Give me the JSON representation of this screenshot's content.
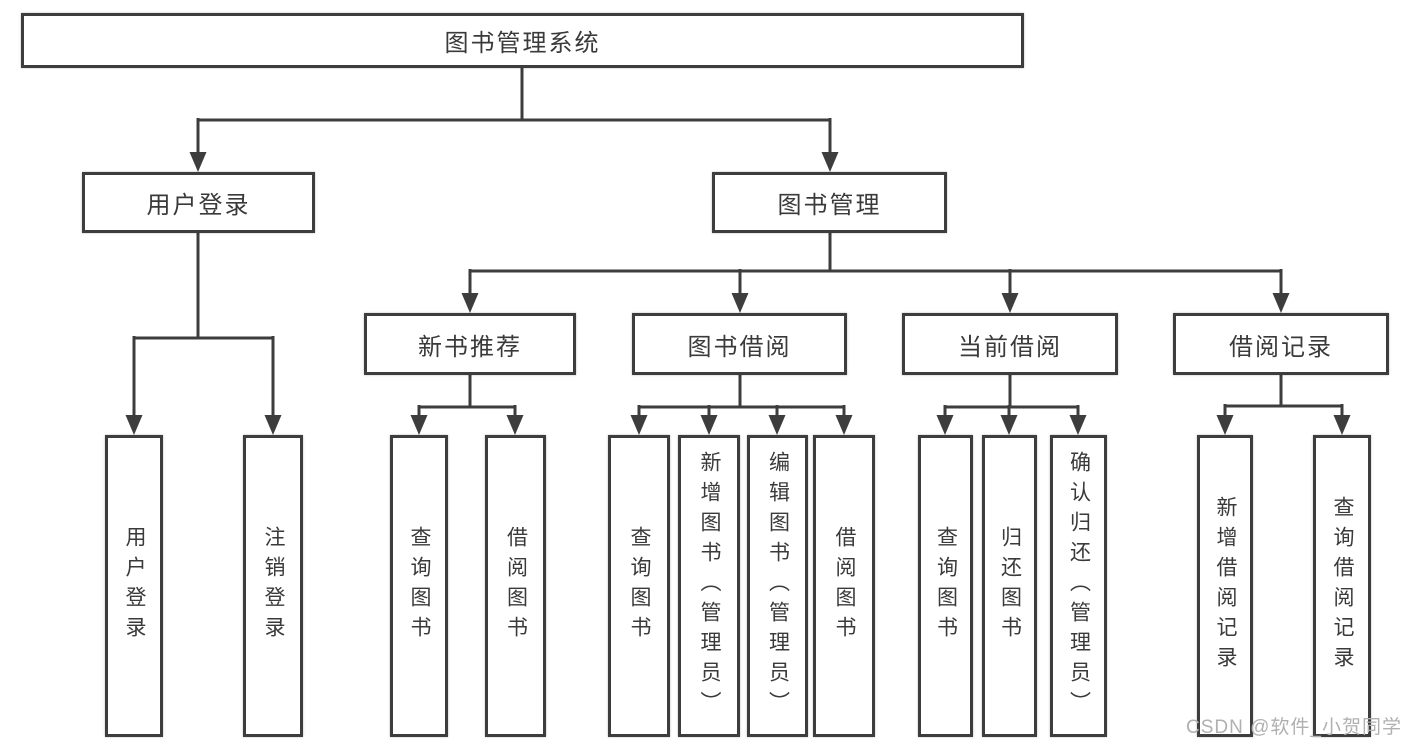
{
  "tree": {
    "root": {
      "label": "图书管理系统",
      "children": [
        {
          "label": "用户登录",
          "children": [
            {
              "label": "用户登录"
            },
            {
              "label": "注销登录"
            }
          ]
        },
        {
          "label": "图书管理",
          "children": [
            {
              "label": "新书推荐",
              "children": [
                {
                  "label": "查询图书"
                },
                {
                  "label": "借阅图书"
                }
              ]
            },
            {
              "label": "图书借阅",
              "children": [
                {
                  "label": "查询图书"
                },
                {
                  "label": "新增图书（管理员）"
                },
                {
                  "label": "编辑图书（管理员）"
                },
                {
                  "label": "借阅图书"
                }
              ]
            },
            {
              "label": "当前借阅",
              "children": [
                {
                  "label": "查询图书"
                },
                {
                  "label": "归还图书"
                },
                {
                  "label": "确认归还（管理员）"
                }
              ]
            },
            {
              "label": "借阅记录",
              "children": [
                {
                  "label": "新增借阅记录"
                },
                {
                  "label": "查询借阅记录"
                }
              ]
            }
          ]
        }
      ]
    }
  },
  "watermark": "CSDN @软件_小贺同学",
  "colors": {
    "line": "#3d3d3d",
    "text": "#3a3a3a",
    "background": "#ffffff",
    "watermark": "#b0b0b0"
  }
}
